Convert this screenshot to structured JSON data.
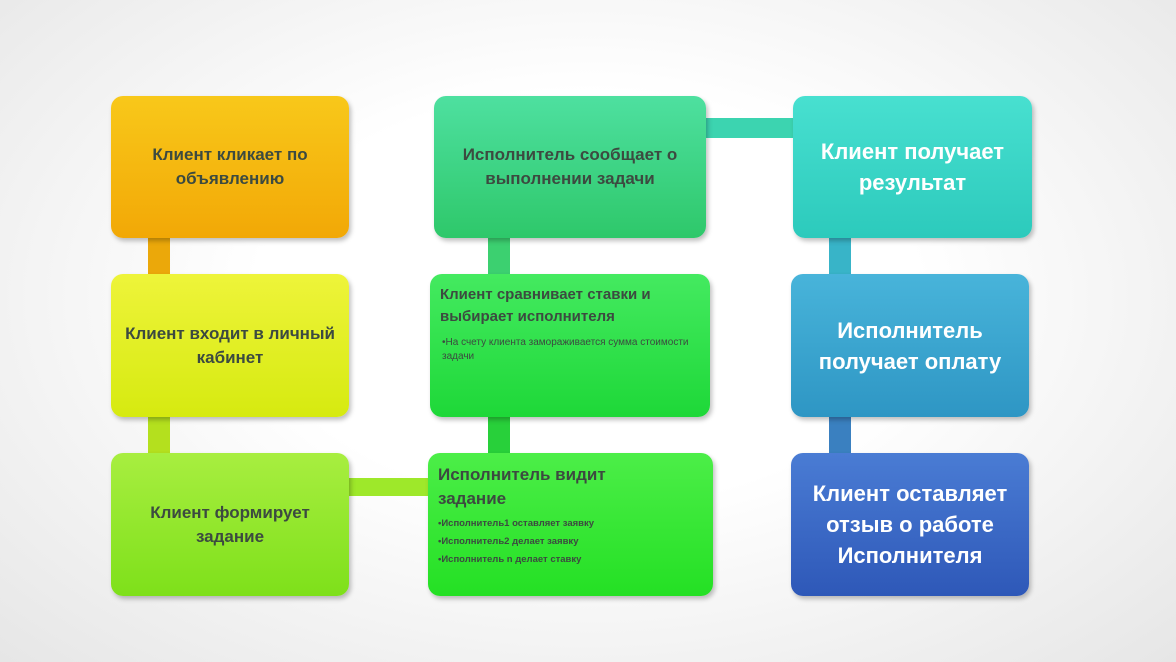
{
  "steps": {
    "s1": "Клиент кликает по объявлению",
    "s2": "Клиент входит в личный кабинет",
    "s3": "Клиент формирует задание",
    "s4": "Исполнитель сообщает о выполнении задачи",
    "s5": "Клиент сравнивает ставки и выбирает исполнителя",
    "s5_bullets": [
      "•На счету клиента замораживается сумма стоимости задачи"
    ],
    "s6": "Исполнитель видит задание",
    "s6_bullets": [
      "•Исполнитель1  оставляет заявку",
      "•Исполнитель2  делает заявку",
      "•Исполнитель  n делает ставку"
    ],
    "s7": "Клиент получает результат",
    "s8": "Исполнитель получает оплату",
    "s9": "Клиент оставляет отзыв о работе Исполнителя"
  },
  "colors": {
    "orange": "#f5b40c",
    "yellow": "#e2ee1e",
    "lime": "#8ee62a",
    "teal": "#3ed68a",
    "green": "#2ee04a",
    "cyan": "#3ad6c6",
    "skyblue": "#3aa6d0",
    "blue": "#3a66c4"
  }
}
